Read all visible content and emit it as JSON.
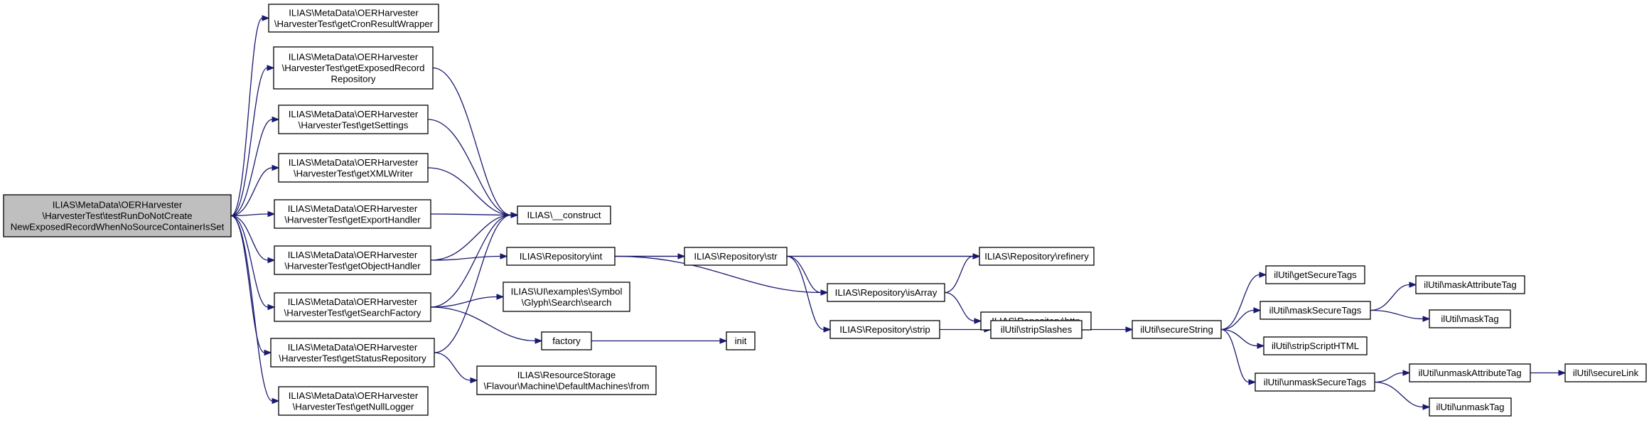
{
  "nodes": {
    "root": [
      "ILIAS\\MetaData\\OERHarvester",
      "\\HarvesterTest\\testRunDoNotCreate",
      "NewExposedRecordWhenNoSourceContainerIsSet"
    ],
    "getCronResultWrapper": [
      "ILIAS\\MetaData\\OERHarvester",
      "\\HarvesterTest\\getCronResultWrapper"
    ],
    "getExposedRecordRepository": [
      "ILIAS\\MetaData\\OERHarvester",
      "\\HarvesterTest\\getExposedRecord",
      "Repository"
    ],
    "getSettings": [
      "ILIAS\\MetaData\\OERHarvester",
      "\\HarvesterTest\\getSettings"
    ],
    "getXMLWriter": [
      "ILIAS\\MetaData\\OERHarvester",
      "\\HarvesterTest\\getXMLWriter"
    ],
    "getExportHandler": [
      "ILIAS\\MetaData\\OERHarvester",
      "\\HarvesterTest\\getExportHandler"
    ],
    "getObjectHandler": [
      "ILIAS\\MetaData\\OERHarvester",
      "\\HarvesterTest\\getObjectHandler"
    ],
    "getSearchFactory": [
      "ILIAS\\MetaData\\OERHarvester",
      "\\HarvesterTest\\getSearchFactory"
    ],
    "getStatusRepository": [
      "ILIAS\\MetaData\\OERHarvester",
      "\\HarvesterTest\\getStatusRepository"
    ],
    "getNullLogger": [
      "ILIAS\\MetaData\\OERHarvester",
      "\\HarvesterTest\\getNullLogger"
    ],
    "construct": [
      "ILIAS\\__construct"
    ],
    "repoInt": [
      "ILIAS\\Repository\\int"
    ],
    "repoStr": [
      "ILIAS\\Repository\\str"
    ],
    "refinery": [
      "ILIAS\\Repository\\refinery"
    ],
    "isArray": [
      "ILIAS\\Repository\\isArray"
    ],
    "http": [
      "ILIAS\\Repository\\http"
    ],
    "strip": [
      "ILIAS\\Repository\\strip"
    ],
    "symbolSearch": [
      "ILIAS\\UI\\examples\\Symbol",
      "\\Glyph\\Search\\search"
    ],
    "factory": [
      "factory"
    ],
    "init": [
      "init"
    ],
    "defaultMachinesFrom": [
      "ILIAS\\ResourceStorage",
      "\\Flavour\\Machine\\DefaultMachines\\from"
    ],
    "stripSlashes": [
      "ilUtil\\stripSlashes"
    ],
    "secureString": [
      "ilUtil\\secureString"
    ],
    "getSecureTags": [
      "ilUtil\\getSecureTags"
    ],
    "maskSecureTags": [
      "ilUtil\\maskSecureTags"
    ],
    "stripScriptHTML": [
      "ilUtil\\stripScriptHTML"
    ],
    "unmaskSecureTags": [
      "ilUtil\\unmaskSecureTags"
    ],
    "maskAttributeTag": [
      "ilUtil\\maskAttributeTag"
    ],
    "maskTag": [
      "ilUtil\\maskTag"
    ],
    "unmaskAttributeTag": [
      "ilUtil\\unmaskAttributeTag"
    ],
    "unmaskTag": [
      "ilUtil\\unmaskTag"
    ],
    "secureLink": [
      "ilUtil\\secureLink"
    ]
  },
  "colors": {
    "edge": "#191970",
    "root_fill": "#bfbfbf",
    "node_fill": "#ffffff",
    "border": "#000000"
  }
}
